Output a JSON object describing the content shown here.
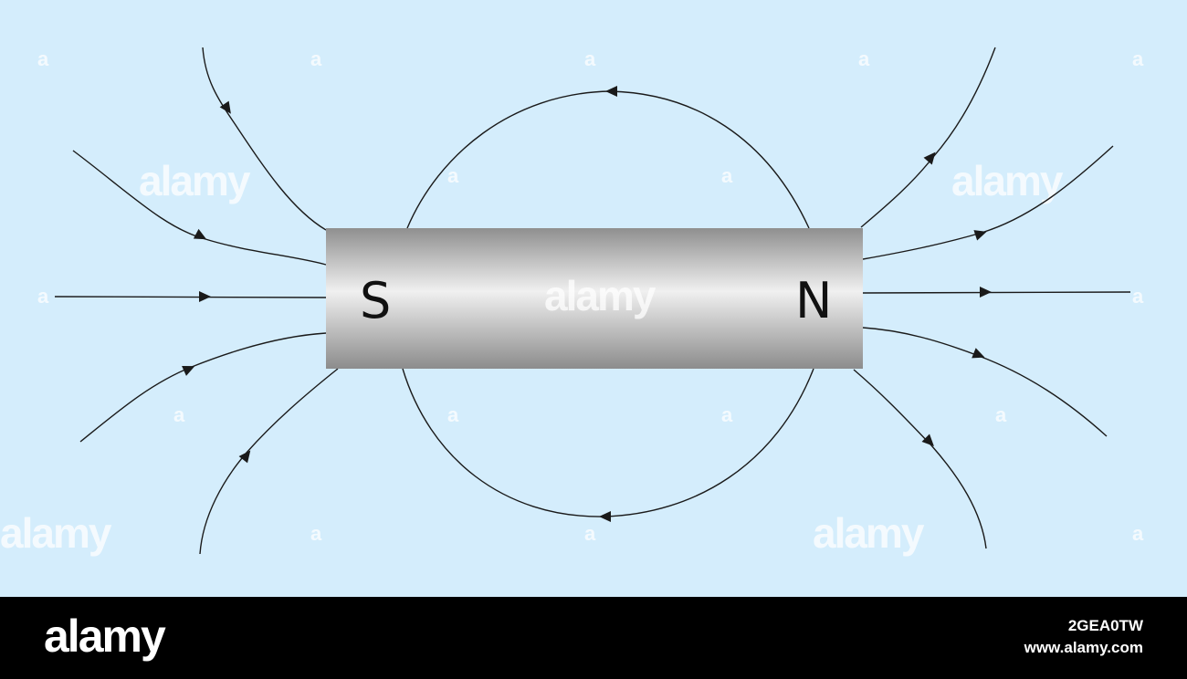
{
  "magnet": {
    "south_label": "S",
    "north_label": "N"
  },
  "watermark": {
    "large_text": "alamy",
    "small_text": "a"
  },
  "footer": {
    "logo_text": "alamy",
    "image_id": "2GEA0TW",
    "url": "www.alamy.com"
  },
  "colors": {
    "background": "#d4edfc",
    "field_line": "#1a1a1a",
    "magnet_dark": "#8f8f8f",
    "magnet_light": "#f0f0f0",
    "footer_background": "#000000"
  }
}
